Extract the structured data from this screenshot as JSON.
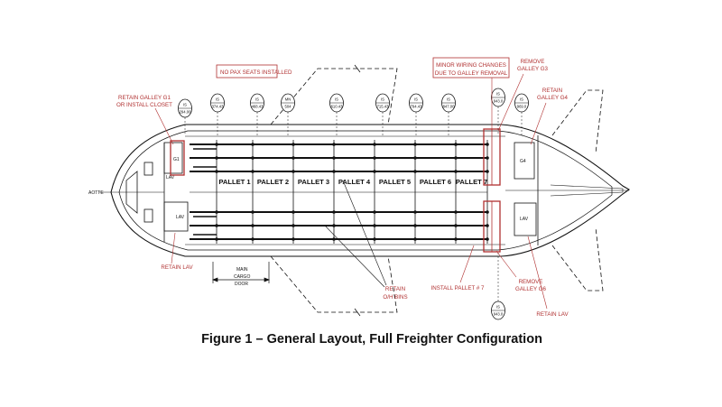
{
  "figure": {
    "caption": "Figure 1 – General Layout, Full Freighter Configuration",
    "accent_color": "#b03030",
    "line_color": "#111111"
  },
  "labels": {
    "no_pax_seats": "NO PAX SEATS INSTALLED",
    "minor_wiring_1": "MINOR WIRING CHANGES",
    "minor_wiring_2": "DUE TO GALLEY REMOVAL",
    "remove_galley_g3_1": "REMOVE",
    "remove_galley_g3_2": "GALLEY G3",
    "retain_galley_g4_1": "RETAIN",
    "retain_galley_g4_2": "GALLEY G4",
    "retain_galley_g1_1": "RETAIN GALLEY G1",
    "retain_galley_g1_2": "OR INSTALL CLOSET",
    "retain_lav_fwd": "RETAIN LAV",
    "install_pallet_7": "INSTALL PALLET # 7",
    "remove_galley_g6_1": "REMOVE",
    "remove_galley_g6_2": "GALLEY G6",
    "retain_lav_aft": "RETAIN LAV",
    "retain_oh_bins_1": "RETAIN",
    "retain_oh_bins_2": "O/H BINS",
    "main_cargo_1": "MAIN",
    "main_cargo_2": "CARGO",
    "main_cargo_3": "DOOR",
    "nose_label": "AOTTE",
    "lav_fwd_upper": "LAV",
    "lav_fwd_lower": "LAV",
    "lav_aft": "LAV",
    "galley_g1": "G1",
    "galley_g4": "G4"
  },
  "stations": [
    {
      "top": "IS",
      "value": "294.00"
    },
    {
      "top": "IS",
      "value": "374.43"
    },
    {
      "top": "IS",
      "value": "468.43"
    },
    {
      "top": "MN",
      "value": "504"
    },
    {
      "top": "IS",
      "value": "610.43"
    },
    {
      "top": "IS",
      "value": "715.43"
    },
    {
      "top": "IS",
      "value": "794.43"
    },
    {
      "top": "IS",
      "value": "847.00"
    },
    {
      "top": "IS",
      "value": "943.0"
    },
    {
      "top": "IS",
      "value": "969.0"
    },
    {
      "top": "IS",
      "value": "943.0"
    }
  ],
  "pallets": [
    "PALLET 1",
    "PALLET 2",
    "PALLET 3",
    "PALLET 4",
    "PALLET 5",
    "PALLET 6",
    "PALLET 7"
  ]
}
